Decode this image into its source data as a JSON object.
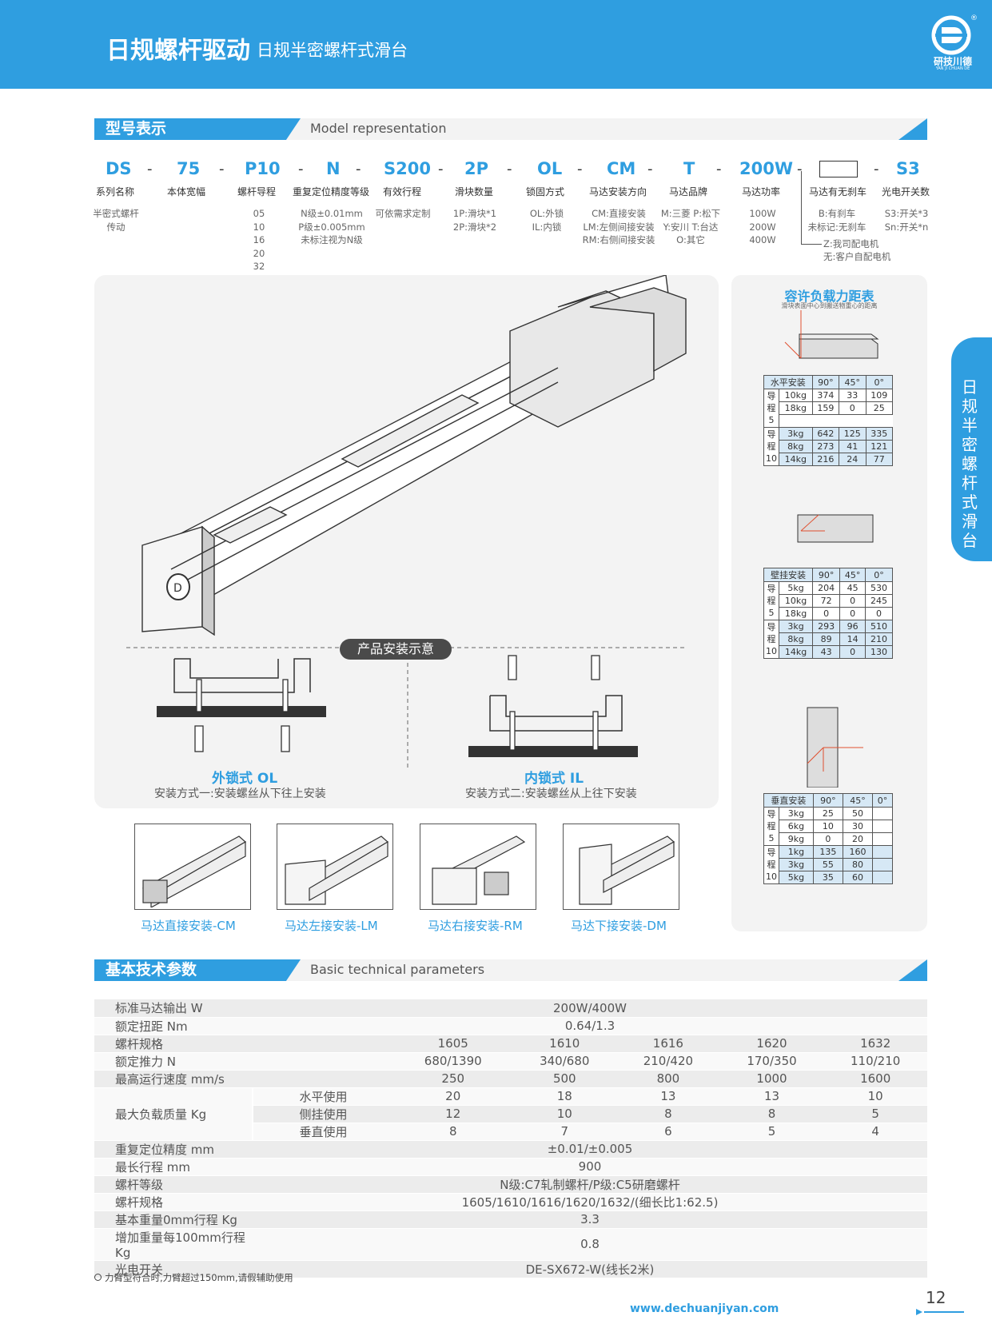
{
  "header": {
    "title": "日规螺杆驱动",
    "subtitle": "日规半密螺杆式滑台",
    "logo_text": "研技川德",
    "logo_small": "YAN JI CHUAN DE",
    "logo_mark": "®"
  },
  "section1": {
    "title_cn": "型号表示",
    "title_en": "Model representation"
  },
  "model": {
    "codes": [
      "DS",
      "75",
      "P10",
      "N",
      "S200",
      "2P",
      "OL",
      "CM",
      "T",
      "200W",
      "",
      "S3"
    ],
    "labels": [
      "系列名称",
      "本体宽幅",
      "螺杆导程",
      "重复定位精度等级",
      "有效行程",
      "滑块数量",
      "锁固方式",
      "马达安装方向",
      "马达品牌",
      "马达功率",
      "马达有无刹车",
      "光电开关数"
    ],
    "opt_series": "半密式螺杆\n传动",
    "opt_lead": "05\n10\n16\n20\n32",
    "opt_precision": "N级±0.01mm\nP级±0.005mm\n未标注视为N级",
    "opt_stroke": "可依需求定制",
    "opt_slider": "1P:滑块*1\n2P:滑块*2",
    "opt_lock": "OL:外锁\nIL:内锁",
    "opt_mount": "CM:直接安装\nLM:左侧间接安装\nRM:右侧间接安装",
    "opt_brand": "M:三菱 P:松下\nY:安川 T:台达\nO:其它",
    "opt_power": "100W\n200W\n400W",
    "opt_brake": "B:有刹车\n未标记:无刹车",
    "opt_motor_self": "Z:我司配电机",
    "opt_motor_client": "无:客户自配电机",
    "opt_switch": "S3:开关*3\nSn:开关*n"
  },
  "install": {
    "title": "产品安装示意",
    "ol_title": "外锁式 OL",
    "ol_desc": "安装方式一:安装螺丝从下往上安装",
    "il_title": "内锁式 IL",
    "il_desc": "安装方式二:安装螺丝从上往下安装"
  },
  "motor_mounts": [
    "马达直接安装-CM",
    "马达左接安装-LM",
    "马达右接安装-RM",
    "马达下接安装-DM"
  ],
  "load": {
    "title": "容许负载力距表",
    "subtitle": "滑块表面中心到搬送物重心的距离",
    "angles": [
      "90°",
      "45°",
      "0°"
    ],
    "lead_label": [
      "导",
      "程",
      "5"
    ],
    "lead_label2": [
      "导",
      "程",
      "10"
    ],
    "horizontal": {
      "name": "水平安装",
      "lead5": [
        [
          "10kg",
          "374",
          "33",
          "109"
        ],
        [
          "18kg",
          "159",
          "0",
          "25"
        ]
      ],
      "lead10": [
        [
          "3kg",
          "642",
          "125",
          "335"
        ],
        [
          "8kg",
          "273",
          "41",
          "121"
        ],
        [
          "14kg",
          "216",
          "24",
          "77"
        ]
      ]
    },
    "wall": {
      "name": "壁挂安装",
      "lead5": [
        [
          "5kg",
          "204",
          "45",
          "530"
        ],
        [
          "10kg",
          "72",
          "0",
          "245"
        ],
        [
          "18kg",
          "0",
          "0",
          "0"
        ]
      ],
      "lead10": [
        [
          "3kg",
          "293",
          "96",
          "510"
        ],
        [
          "8kg",
          "89",
          "14",
          "210"
        ],
        [
          "14kg",
          "43",
          "0",
          "130"
        ]
      ]
    },
    "vertical": {
      "name": "垂直安装",
      "angles": [
        "90°",
        "45°",
        "0°"
      ],
      "lead5": [
        [
          "3kg",
          "25",
          "50"
        ],
        [
          "6kg",
          "10",
          "30"
        ],
        [
          "9kg",
          "0",
          "20"
        ]
      ],
      "lead10": [
        [
          "1kg",
          "135",
          "160"
        ],
        [
          "3kg",
          "55",
          "80"
        ],
        [
          "5kg",
          "35",
          "60"
        ]
      ]
    }
  },
  "sidetab": "日规半密螺杆式滑台",
  "section2": {
    "title_cn": "基本技术参数",
    "title_en": "Basic technical parameters"
  },
  "params": {
    "motor": [
      "标准马达输出 W",
      "200W/400W"
    ],
    "torque": [
      "额定扭距 Nm",
      "0.64/1.3"
    ],
    "screw": [
      "螺杆规格",
      "1605",
      "1610",
      "1616",
      "1620",
      "1632"
    ],
    "thrust": [
      "额定推力 N",
      "680/1390",
      "340/680",
      "210/420",
      "170/350",
      "110/210"
    ],
    "speed": [
      "最高运行速度 mm/s",
      "250",
      "500",
      "800",
      "1000",
      "1600"
    ],
    "maxload": "最大负载质量 Kg",
    "horiz": [
      "水平使用",
      "20",
      "18",
      "13",
      "13",
      "10"
    ],
    "side": [
      "侧挂使用",
      "12",
      "10",
      "8",
      "8",
      "5"
    ],
    "vert": [
      "垂直使用",
      "8",
      "7",
      "6",
      "5",
      "4"
    ],
    "repeat": [
      "重复定位精度 mm",
      "±0.01/±0.005"
    ],
    "stroke": [
      "最长行程 mm",
      "900"
    ],
    "grade": [
      "螺杆等级",
      "N级:C7轧制螺杆/P级:C5研磨螺杆"
    ],
    "screw2": [
      "螺杆规格",
      "1605/1610/1616/1620/1632/(细长比1:62.5)"
    ],
    "weight0": [
      "基本重量0mm行程 Kg",
      "3.3"
    ],
    "weight100": [
      "增加重量每100mm行程 Kg",
      "0.8"
    ],
    "switch": [
      "光电开关",
      "DE-SX672-W(线长2米)"
    ]
  },
  "footnote": "力臂型符合时,力臂超过150mm,请假辅助使用",
  "url": "www.dechuanjiyan.com",
  "page": "12",
  "colors": {
    "accent": "#2f9ee0",
    "panel": "#f3f3f3"
  }
}
